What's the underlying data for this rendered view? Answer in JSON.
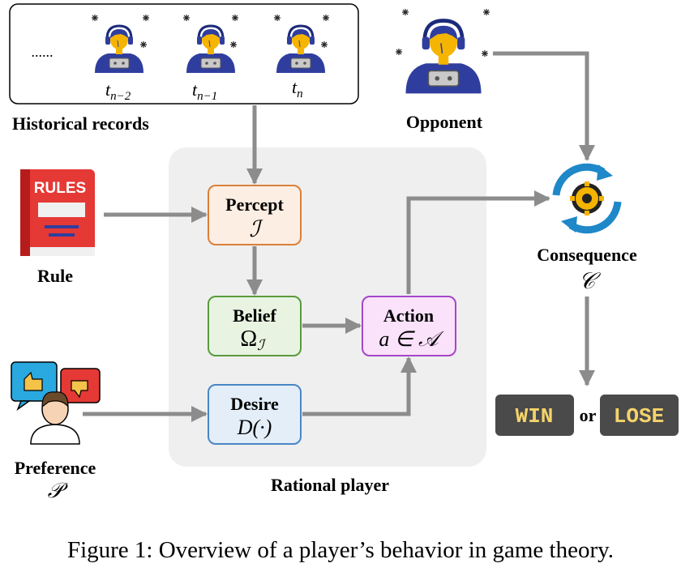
{
  "history": {
    "ellipsis": "......",
    "times": [
      {
        "base": "t",
        "sub": "n−2"
      },
      {
        "base": "t",
        "sub": "n−1"
      },
      {
        "base": "t",
        "sub": "n"
      }
    ],
    "label": "Historical records"
  },
  "opponent": {
    "label": "Opponent"
  },
  "rule": {
    "book_text": "RULES",
    "label": "Rule"
  },
  "preference": {
    "label": "Preference",
    "symbol": "𝒫"
  },
  "rational_player": {
    "label": "Rational player"
  },
  "percept": {
    "label": "Percept",
    "symbol": "ℐ"
  },
  "belief": {
    "label": "Belief",
    "symbol": "Ω",
    "sub": "ℐ"
  },
  "desire": {
    "label": "Desire",
    "symbol": "D(·)"
  },
  "action": {
    "label": "Action",
    "symbol": "a ∈ 𝒜"
  },
  "consequence": {
    "label": "Consequence",
    "symbol": "𝒞"
  },
  "outcome": {
    "win": "WIN",
    "or": "or",
    "lose": "LOSE"
  },
  "caption": "Figure 1: Overview of a player’s behavior in game theory.",
  "colors": {
    "arrow": "#8c8c8c",
    "panel": "#efefef",
    "percept_border": "#d9803a",
    "percept_fill": "#fdeee3",
    "belief_border": "#5a9a3e",
    "belief_fill": "#e8f4e1",
    "desire_border": "#4a86c5",
    "desire_fill": "#e3eef9",
    "action_border": "#a347c8",
    "action_fill": "#fbe2fb",
    "player_body": "#2f3e9e",
    "player_skin": "#f5b400",
    "outcome_bg": "#4a4a4a",
    "outcome_text": "#f3d36b"
  }
}
